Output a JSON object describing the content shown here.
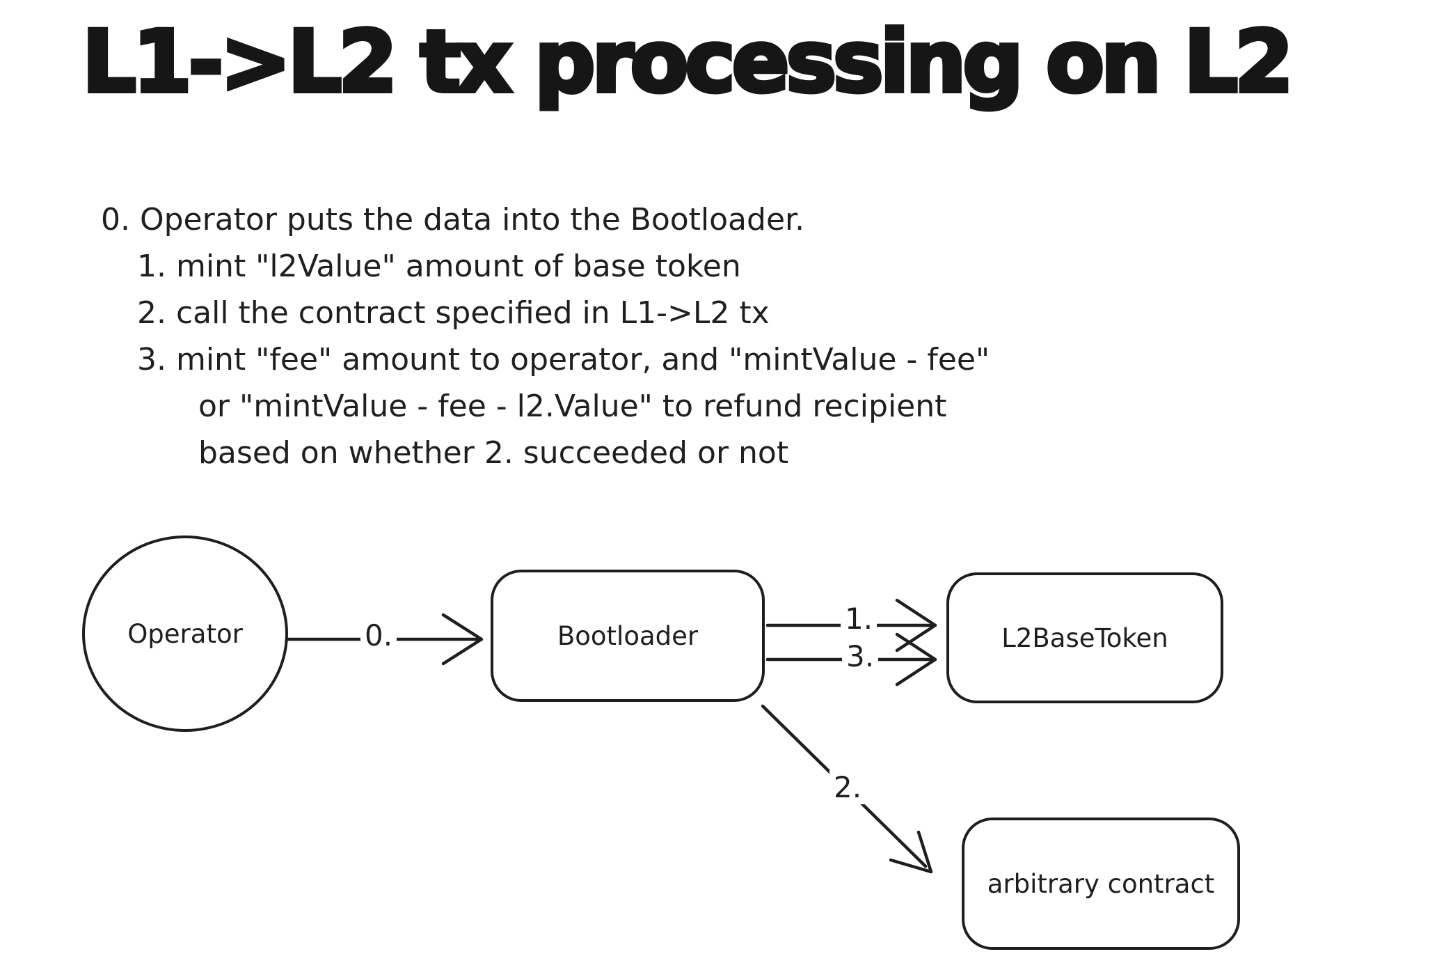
{
  "title": "L1->L2 tx processing on L2",
  "steps": [
    "0. Operator puts the data into the Bootloader.",
    "1. mint \"l2Value\" amount of base token",
    "2. call the contract specified in L1->L2 tx",
    "3. mint \"fee\" amount to operator, and \"mintValue - fee\"",
    "or \"mintValue - fee - l2.Value\" to refund recipient",
    "based on whether 2. succeeded or not"
  ],
  "diagram": {
    "nodes": {
      "operator": {
        "label": "Operator",
        "shape": "ellipse"
      },
      "bootloader": {
        "label": "Bootloader",
        "shape": "rounded-rect"
      },
      "l2basetoken": {
        "label": "L2BaseToken",
        "shape": "rounded-rect"
      },
      "arbitrary": {
        "label": "arbitrary contract",
        "shape": "rounded-rect"
      }
    },
    "edges": [
      {
        "label": "0.",
        "from": "operator",
        "to": "bootloader"
      },
      {
        "label": "1.",
        "from": "bootloader",
        "to": "l2basetoken"
      },
      {
        "label": "3.",
        "from": "bootloader",
        "to": "l2basetoken"
      },
      {
        "label": "2.",
        "from": "bootloader",
        "to": "arbitrary"
      }
    ],
    "stroke_color": "#1e1e1e",
    "background_color": "#ffffff"
  }
}
